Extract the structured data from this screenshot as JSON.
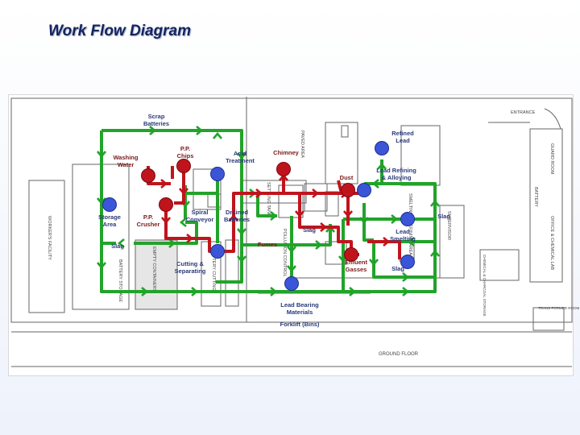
{
  "title": "Work Flow Diagram",
  "colors": {
    "green": "#22a32a",
    "red": "#c0141c",
    "blue": "#3b55d8",
    "label": "#7a1a1a",
    "plan": "#555555"
  },
  "labels": {
    "scrap_batteries": [
      "Scrap",
      "Batteries"
    ],
    "washing_water": [
      "Washing",
      "Water"
    ],
    "pp_chips": [
      "P.P.",
      "Chips"
    ],
    "acid_treatment": [
      "Acid",
      "Treatment"
    ],
    "chimney": "Chimney",
    "refined_lead": [
      "Refined",
      "Lead"
    ],
    "dust": "Dust",
    "lead_refining": [
      "Lead Refining",
      "& Alloying"
    ],
    "storage_area": [
      "Storage",
      "Area"
    ],
    "pp_crusher": [
      "P.P.",
      "Crusher"
    ],
    "spiral_conveyor": [
      "Spiral",
      "Conveyor"
    ],
    "drained_batteries": [
      "Drained",
      "Batteries"
    ],
    "slag_left": "Slag",
    "slag_mid": "Slag",
    "slag_right": "Slag",
    "slag_lower": "Slag",
    "fumes": "Fumes",
    "lead_smelting": [
      "Lead",
      "Smelting"
    ],
    "cutting_separating": [
      "Cutting &",
      "Separating"
    ],
    "effluent_gasses": [
      "Effluent",
      "Gasses"
    ],
    "lead_bearing": [
      "Lead Bearing",
      "Materials"
    ],
    "forklift": "Forklift (Bins)"
  },
  "plan_text": {
    "entrance": "ENTRANCE",
    "guard_room": "GUARD ROOM",
    "workers_facility": "WORKER'S FACILITY",
    "paved_area": "PAVED AREA",
    "battery_storage": "BATTERY STORAGE",
    "empty_containers": "EMPTY CONTAINERS",
    "battery_cutting": "BATTERY CUTTING",
    "settling_tank": "SETTLING TANK",
    "pollution_control": "POLLUTION CONTROL",
    "smelting": "SMELTING & REFINING AREA",
    "supervisor": "SUPERVISOR",
    "chemical_storage": "CHEMICAL & CHARCOAL STORAGE",
    "office_lab": "OFFICE & CHEMICAL LAB",
    "trans_former": "TRANS FORMER ROOM",
    "battery": "BATTERY",
    "ground_floor": "GROUND FLOOR",
    "paved": "PAVED AREA"
  }
}
